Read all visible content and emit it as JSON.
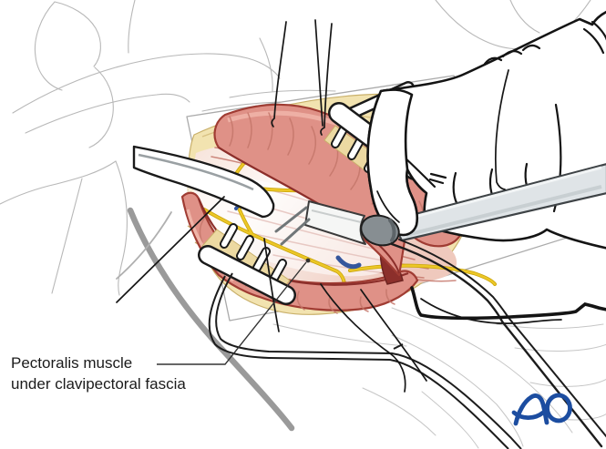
{
  "label": {
    "line1": "Pectoralis muscle",
    "line2": "under clavipectoral fascia"
  },
  "logo": {
    "text": "AO"
  },
  "scene": {
    "description": "Surgical illustration of an incision over the shoulder, wound edges retracted with rake retractors, gloved hand holding electrocautery pen, pectoralis muscle under clavipectoral fascia exposed with yellow nerves",
    "elements": [
      "body-contours",
      "surgical-drape",
      "skin-edge",
      "muscle-flaps",
      "clavipectoral-fascia",
      "nerves",
      "langenbeck-retractor",
      "rake-retractor-top",
      "rake-retractor-bottom",
      "sutures",
      "gloved-hand",
      "electrocautery-pen",
      "cables",
      "annotation-label",
      "ao-logo"
    ]
  },
  "colors": {
    "background": "#ffffff",
    "outline_black": "#1a1a1a",
    "contour_gray": "#b8b8b8",
    "tube_gray": "#9a9a9a",
    "drape_edge": "#aaaaaa",
    "skin_cream": "#f2e3b0",
    "skin_edge_tan": "#c9b06a",
    "muscle_pink": "#df9187",
    "muscle_dark_red": "#8c2f2b",
    "muscle_outline": "#a03c33",
    "muscle_highlight": "#f3beb2",
    "fascia_light": "#fdf8f5",
    "fascia_pink": "#f3cfc5",
    "striation_red": "#c4756a",
    "nerve_yellow": "#ecc727",
    "nerve_shadow": "#caa50a",
    "vein_blue": "#35569c",
    "glove_white": "#ffffff",
    "instrument_gray": "#dfe4e7",
    "instrument_dark": "#3e4346",
    "collar_gray": "#878e92",
    "cable_black": "#141414",
    "label_text": "#1b1b1b",
    "logo_blue": "#1c4da0"
  }
}
